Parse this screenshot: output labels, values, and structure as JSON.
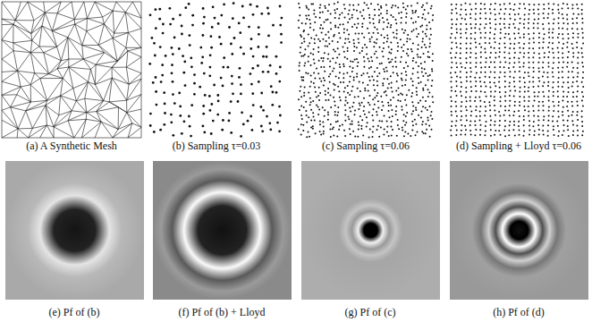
{
  "diagram": {
    "labels": [
      "(a) A Synthetic Mesh",
      "(b) Sampling τ=0.03",
      "(c) Sampling τ=0.06",
      "(d) Sampling + Lloyd τ=0.06",
      "(e) Pf of (b)",
      "(f) Pf of (b) + Lloyd",
      "(g) Pf of (c)",
      "(h) Pf of (d)"
    ]
  }
}
